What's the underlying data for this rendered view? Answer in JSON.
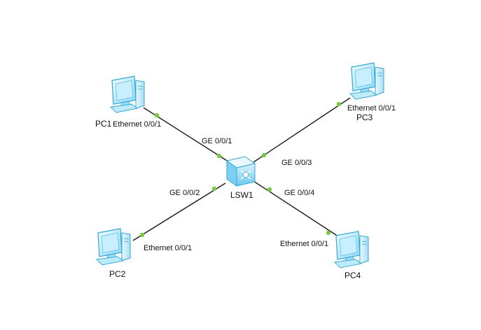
{
  "colors": {
    "link": "#1a1a1a",
    "port_dot": "#7ac943",
    "device_light": "#e3f7ff",
    "device_mid": "#8fd8f5",
    "device_dark": "#2fa7d8",
    "text": "#111111"
  },
  "devices": {
    "pc1": {
      "name": "PC1",
      "icon": "pc-icon"
    },
    "pc2": {
      "name": "PC2",
      "icon": "pc-icon"
    },
    "pc3": {
      "name": "PC3",
      "icon": "pc-icon"
    },
    "pc4": {
      "name": "PC4",
      "icon": "pc-icon"
    },
    "lsw1": {
      "name": "LSW1",
      "icon": "switch-icon"
    }
  },
  "links": [
    {
      "from": "pc1",
      "from_port": "Ethernet 0/0/1",
      "to": "lsw1",
      "to_port": "GE 0/0/1"
    },
    {
      "from": "pc2",
      "from_port": "Ethernet 0/0/1",
      "to": "lsw1",
      "to_port": "GE 0/0/2"
    },
    {
      "from": "pc3",
      "from_port": "Ethernet 0/0/1",
      "to": "lsw1",
      "to_port": "GE 0/0/3"
    },
    {
      "from": "pc4",
      "from_port": "Ethernet 0/0/1",
      "to": "lsw1",
      "to_port": "GE 0/0/4"
    }
  ]
}
